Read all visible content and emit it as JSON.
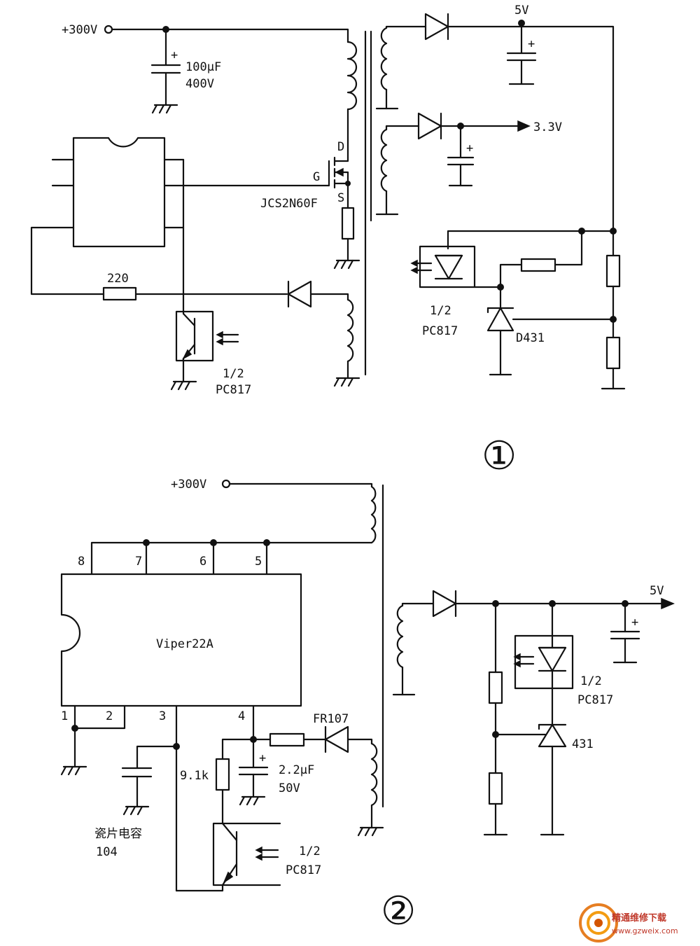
{
  "diagram1": {
    "number": "①",
    "v300": "+300V",
    "cap_bulk_value": "100μF",
    "cap_bulk_voltage": "400V",
    "plus_mark": "+",
    "gate_label": "G",
    "drain_label": "D",
    "source_label": "S",
    "mosfet_part": "JCS2N60F",
    "resistor_220": "220",
    "opto_primary_label_1": "1/2",
    "opto_primary_label_2": "PC817",
    "out_5v": "5V",
    "out_3v3": "3.3V",
    "opto_secondary_label_1": "1/2",
    "opto_secondary_label_2": "PC817",
    "regulator_label": "D431"
  },
  "diagram2": {
    "number": "②",
    "v300": "+300V",
    "ic_name": "Viper22A",
    "pin_8": "8",
    "pin_7": "7",
    "pin_6": "6",
    "pin_5": "5",
    "pin_1": "1",
    "pin_2": "2",
    "pin_3": "3",
    "pin_4": "4",
    "diode_part": "FR107",
    "resistor_value": "9.1k",
    "cap_value": "2.2μF",
    "cap_voltage": "50V",
    "ceramic_cap_1": "瓷片电容",
    "ceramic_cap_2": "104",
    "opto_primary_label_1": "1/2",
    "opto_primary_label_2": "PC817",
    "out_5v": "5V",
    "opto_secondary_label_1": "1/2",
    "opto_secondary_label_2": "PC817",
    "regulator_label": "431",
    "plus_mark": "+"
  },
  "watermark": {
    "site_name": "精通维修下载",
    "site_url": "www.gzweix.com"
  }
}
